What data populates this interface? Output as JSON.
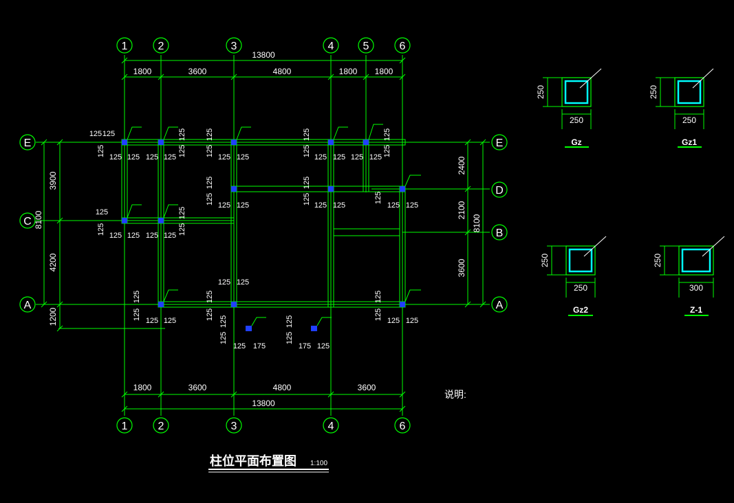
{
  "drawing": {
    "title": "柱位平面布置图",
    "scale": "1:100",
    "note_label": "说明:"
  },
  "colors": {
    "background": "#000000",
    "line": "#00ff00",
    "text": "#ffffff",
    "column": "#2040ff",
    "section_bar": "#00ffff"
  },
  "grid": {
    "top_labels": [
      "1",
      "2",
      "3",
      "4",
      "5",
      "6"
    ],
    "bottom_labels": [
      "1",
      "2",
      "3",
      "4",
      "6"
    ],
    "left_labels": [
      "E",
      "C",
      "A"
    ],
    "right_labels": [
      "E",
      "D",
      "B",
      "A"
    ]
  },
  "dimensions": {
    "top_total": "13800",
    "top_spans": [
      "1800",
      "3600",
      "4800",
      "1800",
      "1800"
    ],
    "bottom_total": "13800",
    "bottom_spans": [
      "1800",
      "3600",
      "4800",
      "3600"
    ],
    "left_spans": [
      "3900",
      "4200",
      "1200"
    ],
    "left_total": "8100",
    "right_spans": [
      "2400",
      "2100",
      "3600"
    ],
    "right_total": "8100",
    "column_offset": "125",
    "column_offset_b": "175"
  },
  "sections": [
    {
      "label": "Gz",
      "width": "250",
      "height": "250"
    },
    {
      "label": "Gz1",
      "width": "250",
      "height": "250"
    },
    {
      "label": "Gz2",
      "width": "250",
      "height": "250"
    },
    {
      "label": "Z-1",
      "width": "300",
      "height": "250"
    }
  ]
}
